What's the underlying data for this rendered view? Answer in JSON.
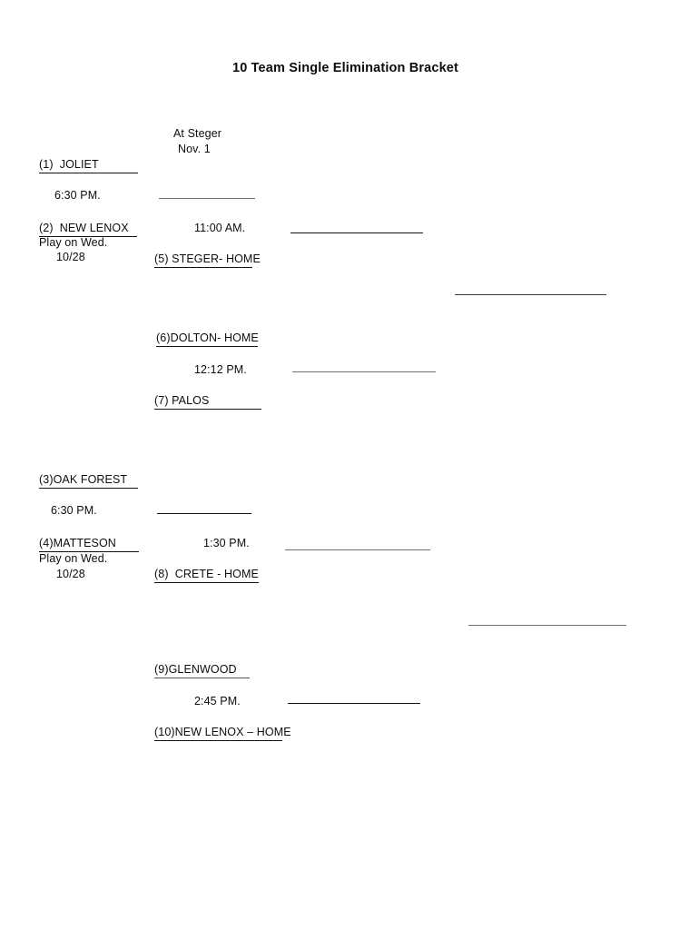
{
  "document": {
    "title": "10 Team Single Elimination Bracket",
    "site_header": {
      "location": "At Steger",
      "date": "Nov. 1"
    }
  },
  "bracket": {
    "upper_half": {
      "seed_1": "(1)  JOLIET",
      "game_time_1": "6:30 PM.",
      "seed_2": "(2)  NEW LENOX",
      "play_note_line1": "Play on Wed.",
      "play_note_line2": "10/28",
      "seed_5": "(5) STEGER- HOME",
      "game_time_5": "11:00 AM.",
      "seed_6": "(6)DOLTON- HOME",
      "game_time_6": "12:12 PM.",
      "seed_7": "(7) PALOS"
    },
    "lower_half": {
      "seed_3": "(3)OAK FOREST",
      "game_time_3": "6:30 PM.",
      "seed_4": "(4)MATTESON",
      "play_note_line1": "Play on Wed.",
      "play_note_line2": "10/28",
      "seed_8": "(8)  CRETE - HOME",
      "game_time_8": "1:30 PM.",
      "seed_9": "(9)GLENWOOD",
      "game_time_9": "2:45 PM.",
      "seed_10": "(10)NEW LENOX – HOME"
    }
  },
  "colors": {
    "ink": "#0d0d0d",
    "rule_dark": "#111111",
    "rule_gray": "#6f6f6f",
    "page": "#ffffff"
  }
}
